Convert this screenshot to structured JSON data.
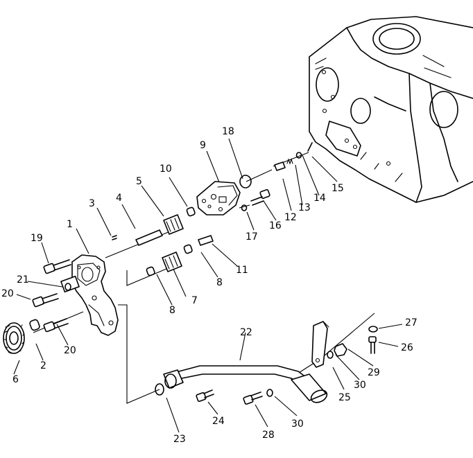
{
  "callouts": [
    {
      "id": "c1",
      "label": "1"
    },
    {
      "id": "c2",
      "label": "2"
    },
    {
      "id": "c3",
      "label": "3"
    },
    {
      "id": "c4",
      "label": "4"
    },
    {
      "id": "c5",
      "label": "5"
    },
    {
      "id": "c6",
      "label": "6"
    },
    {
      "id": "c7",
      "label": "7"
    },
    {
      "id": "c8a",
      "label": "8"
    },
    {
      "id": "c8b",
      "label": "8"
    },
    {
      "id": "c9",
      "label": "9"
    },
    {
      "id": "c10",
      "label": "10"
    },
    {
      "id": "c11",
      "label": "11"
    },
    {
      "id": "c12",
      "label": "12"
    },
    {
      "id": "c13",
      "label": "13"
    },
    {
      "id": "c14",
      "label": "14"
    },
    {
      "id": "c15",
      "label": "15"
    },
    {
      "id": "c16",
      "label": "16"
    },
    {
      "id": "c17",
      "label": "17"
    },
    {
      "id": "c18",
      "label": "18"
    },
    {
      "id": "c19",
      "label": "19"
    },
    {
      "id": "c20a",
      "label": "20"
    },
    {
      "id": "c20b",
      "label": "20"
    },
    {
      "id": "c21",
      "label": "21"
    },
    {
      "id": "c22",
      "label": "22"
    },
    {
      "id": "c23",
      "label": "23"
    },
    {
      "id": "c24",
      "label": "24"
    },
    {
      "id": "c25",
      "label": "25"
    },
    {
      "id": "c26",
      "label": "26"
    },
    {
      "id": "c27",
      "label": "27"
    },
    {
      "id": "c28",
      "label": "28"
    },
    {
      "id": "c29",
      "label": "29"
    },
    {
      "id": "c30a",
      "label": "30"
    },
    {
      "id": "c30b",
      "label": "30"
    }
  ]
}
